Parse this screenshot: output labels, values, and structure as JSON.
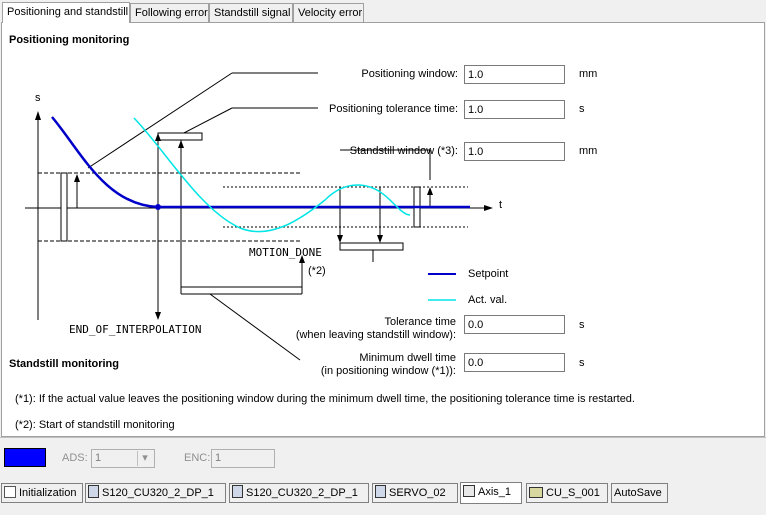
{
  "tabs": [
    "Positioning and standstill",
    "Following error",
    "Standstill signal",
    "Velocity error"
  ],
  "section": {
    "positioning_title": "Positioning monitoring",
    "standstill_title": "Standstill monitoring"
  },
  "fields": {
    "positioning_window": {
      "label": "Positioning window:",
      "value": "1.0",
      "unit": "mm"
    },
    "positioning_tolerance_time": {
      "label": "Positioning tolerance time:",
      "value": "1.0",
      "unit": "s"
    },
    "standstill_window": {
      "label": "Standstill window (*3):",
      "value": "1.0",
      "unit": "mm"
    },
    "tolerance_time": {
      "label1": "Tolerance time",
      "label2": "(when leaving standstill window):",
      "value": "0.0",
      "unit": "s"
    },
    "min_dwell_time": {
      "label1": "Minimum dwell time",
      "label2": "(in positioning window (*1)):",
      "value": "0.0",
      "unit": "s"
    }
  },
  "diagram": {
    "axis_s": "s",
    "axis_t": "t",
    "motion_done": "MOTION_DONE",
    "end_of_interpolation": "END_OF_INTERPOLATION",
    "note2_ref": "(*2)",
    "legend_setpoint": "Setpoint",
    "legend_actual": "Act. val.",
    "setpoint_color": "#0000c8",
    "actual_color": "#00e5e5"
  },
  "notes": {
    "note1": "(*1): If the actual value leaves the positioning window during the minimum dwell time, the positioning tolerance time is restarted.",
    "note2": "(*2): Start of standstill monitoring"
  },
  "bottom": {
    "ads_label": "ADS:",
    "ads_value": "1",
    "enc_label": "ENC:",
    "enc_value": "1",
    "color_swatch": "#0000ff"
  },
  "taskbar": [
    "Initialization",
    "S120_CU320_2_DP_1",
    "S120_CU320_2_DP_1",
    "SERVO_02",
    "Axis_1",
    "CU_S_001",
    "AutoSave"
  ]
}
